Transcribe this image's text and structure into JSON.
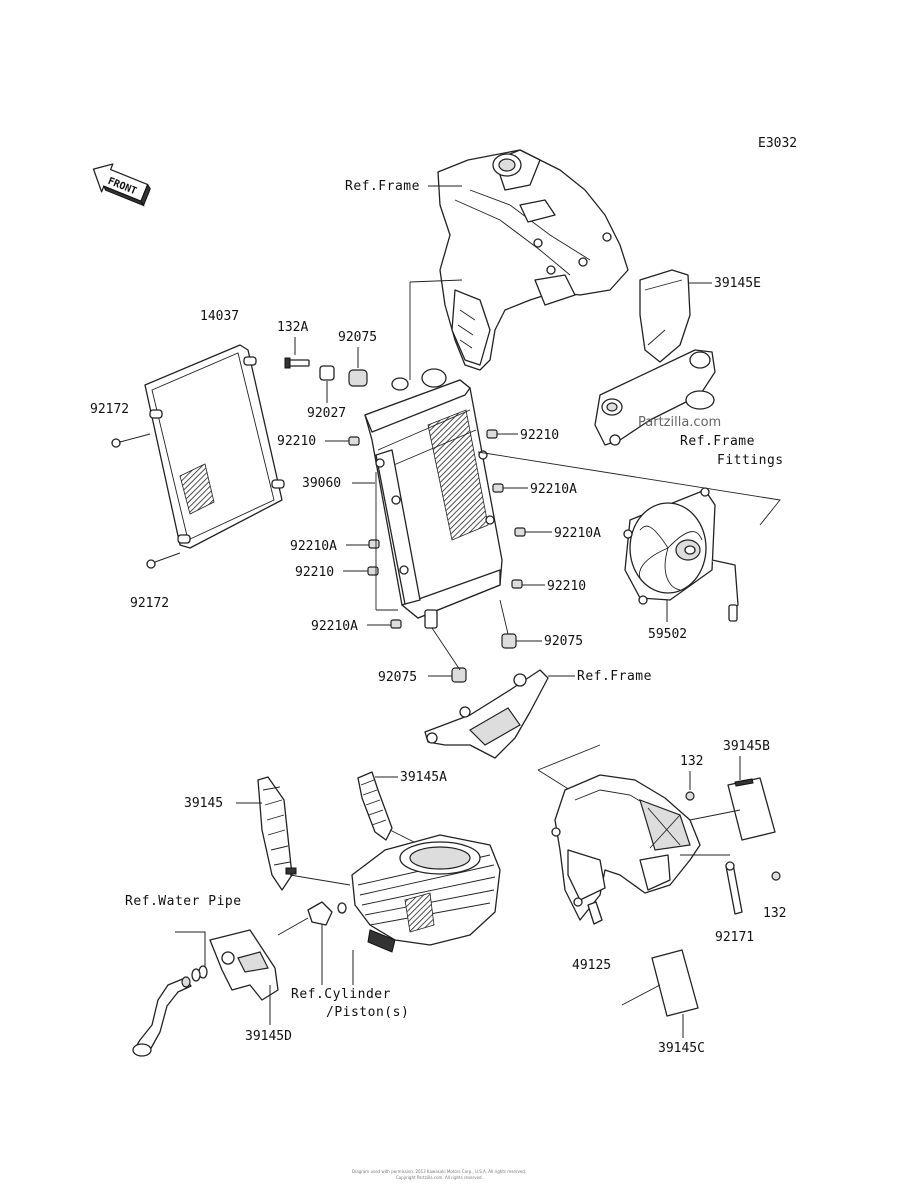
{
  "diagram_code": "E3032",
  "front_label": "FRONT",
  "watermark": "Partzilla.com",
  "labels": {
    "ref_frame_top": "Ref.Frame",
    "p39145E": "39145E",
    "p14037": "14037",
    "p132A": "132A",
    "p92075_top": "92075",
    "p92172_top": "92172",
    "p92027": "92027",
    "p92210_l1": "92210",
    "p92210_r1": "92210",
    "ref_frame_fittings_1": "Ref.Frame",
    "ref_frame_fittings_2": "Fittings",
    "p39060": "39060",
    "p92210A_r1": "92210A",
    "p92210A_r2": "92210A",
    "p92210A_l1": "92210A",
    "p92210_l2": "92210",
    "p92210_r2": "92210",
    "p92172_bot": "92172",
    "p59502": "59502",
    "p92210A_l2": "92210A",
    "p92075_r": "92075",
    "p92075_l": "92075",
    "ref_frame_mid": "Ref.Frame",
    "p132_top": "132",
    "p39145B": "39145B",
    "p39145": "39145",
    "p39145A": "39145A",
    "ref_water_pipe": "Ref.Water Pipe",
    "p132_bot": "132",
    "p92171": "92171",
    "ref_cylinder_1": "Ref.Cylinder",
    "ref_cylinder_2": "/Piston(s)",
    "p49125": "49125",
    "p39145D": "39145D",
    "p39145C": "39145C"
  },
  "footer": {
    "line1": "Diagram used with permission. 2013 Kawasaki Motors Corp., U.S.A. All rights reserved.",
    "line2": "Copyright Partzilla.com. All rights reserved."
  }
}
